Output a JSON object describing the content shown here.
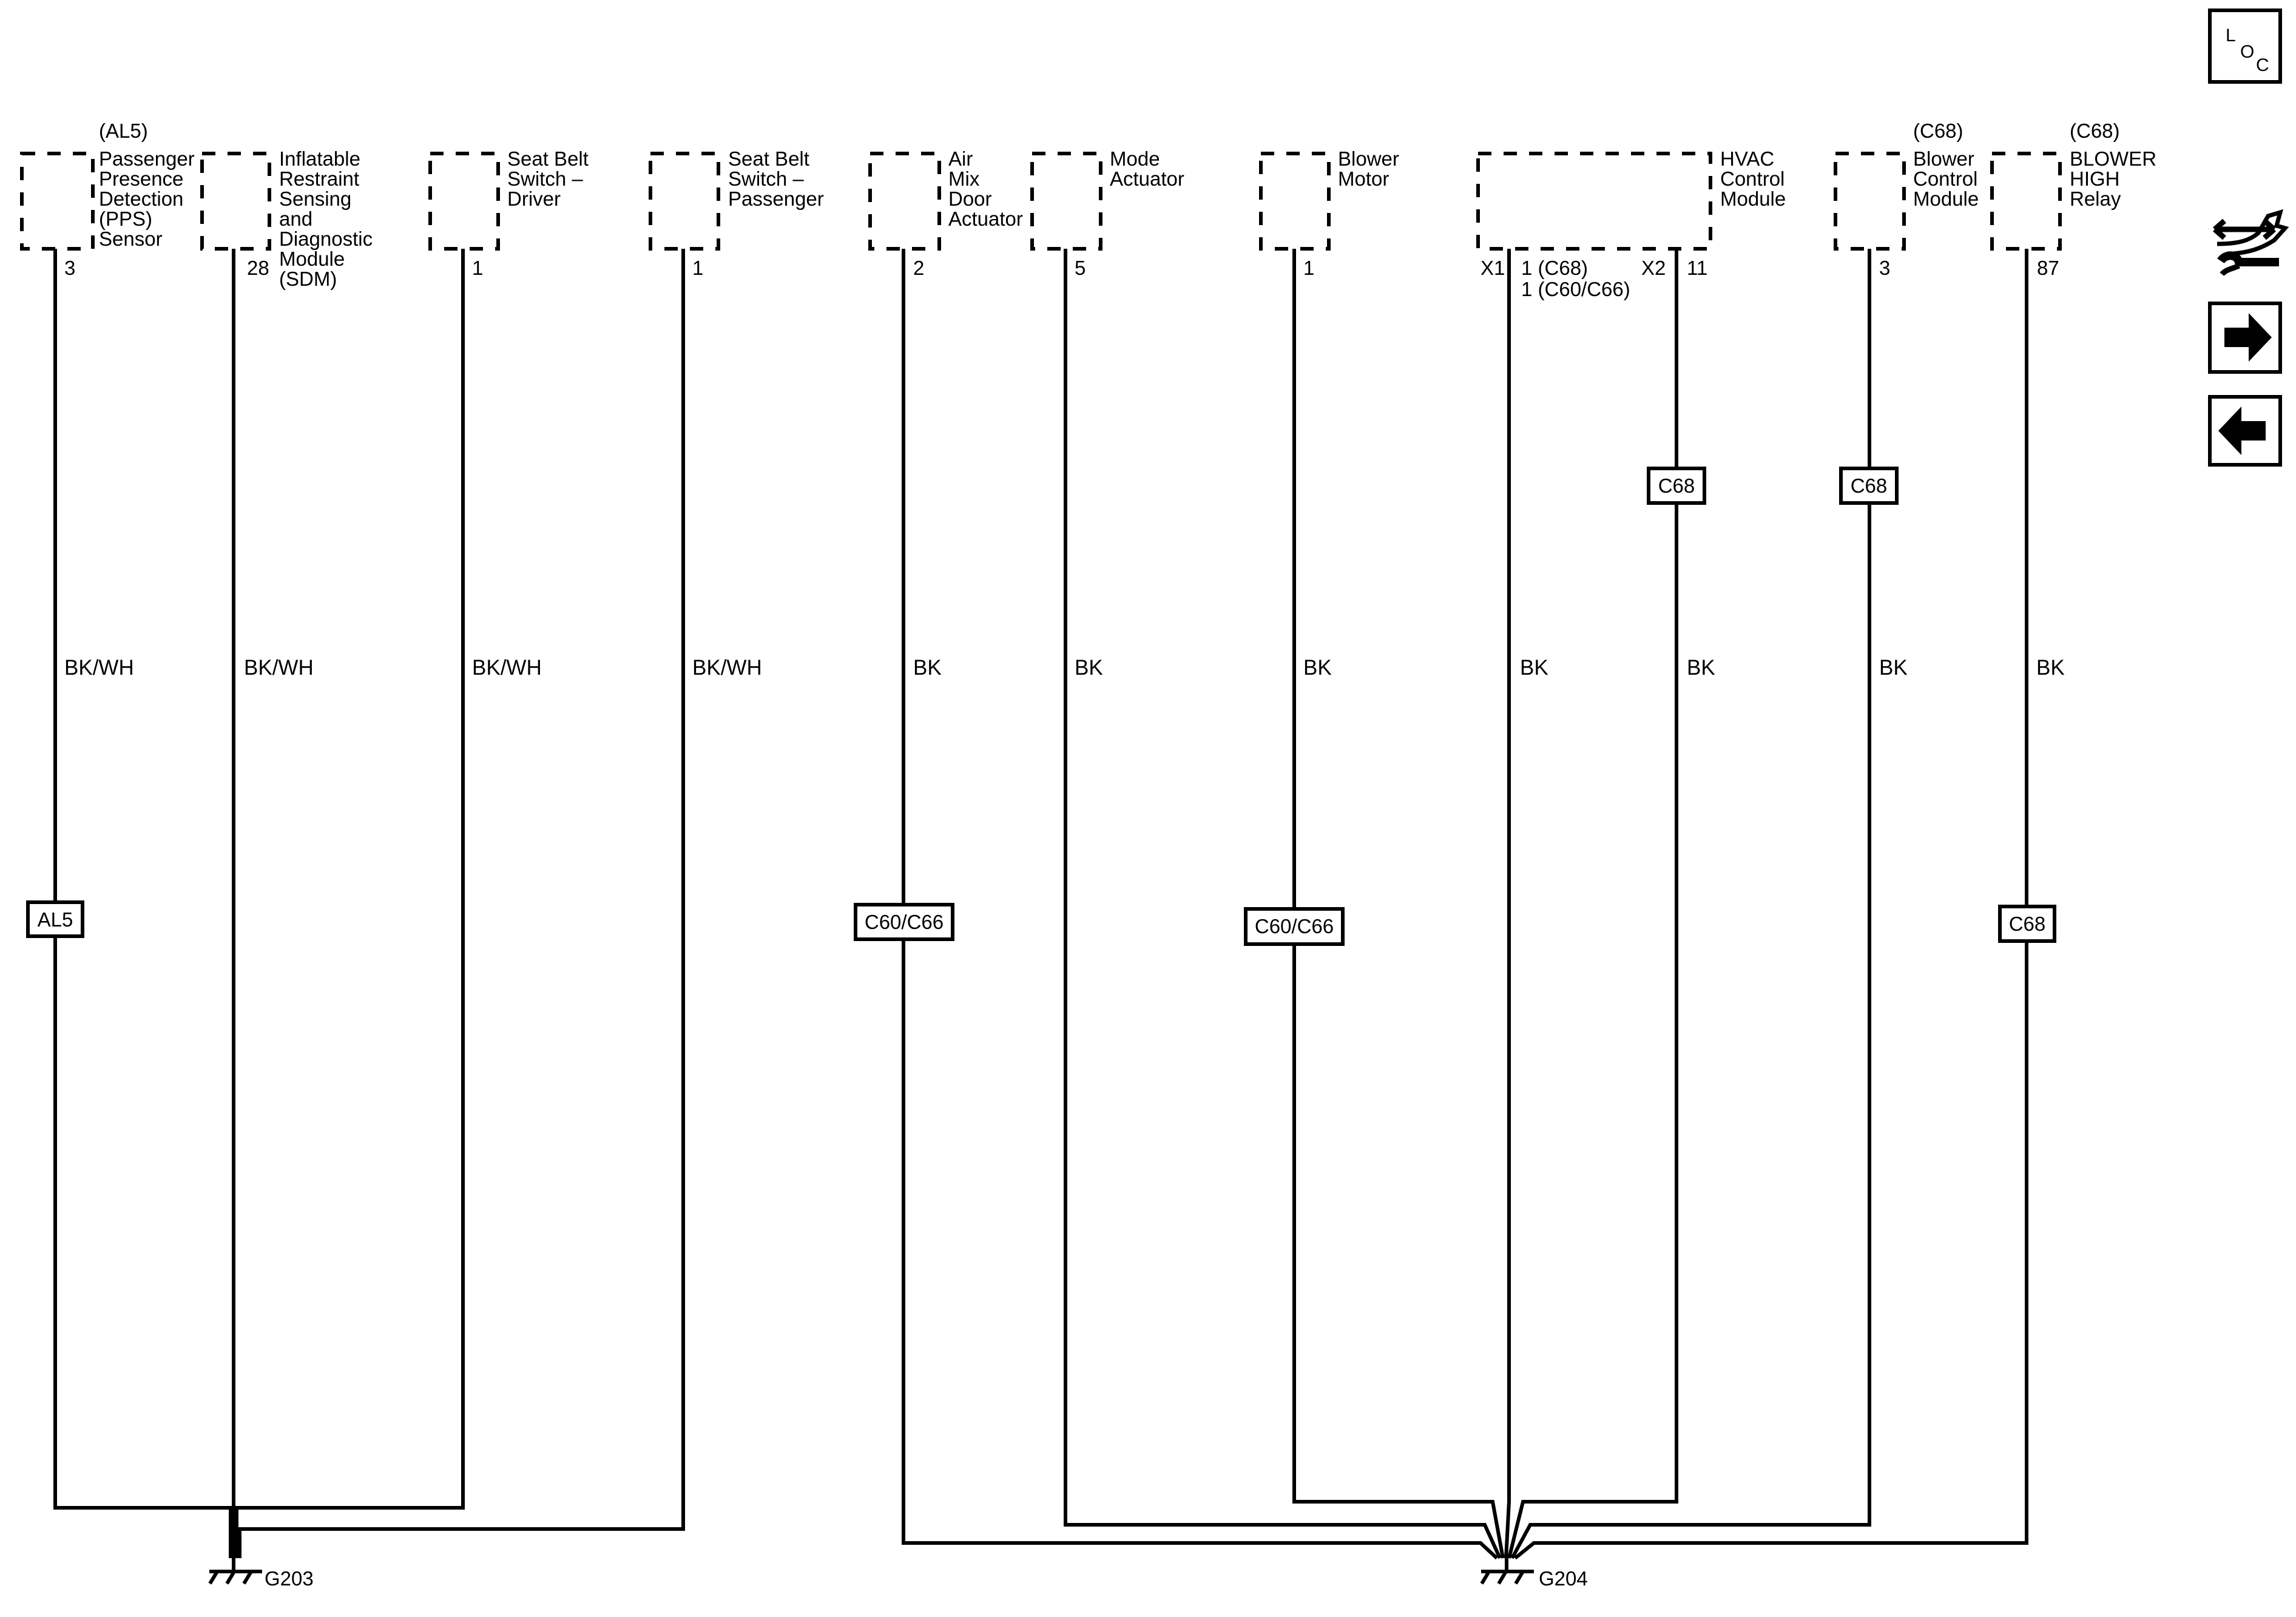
{
  "navigation": {
    "loc_icon_letters": [
      "L",
      "O",
      "C"
    ],
    "icons": [
      "loc-icon",
      "connector-repair-icon",
      "next-page-arrow-icon",
      "previous-page-arrow-icon"
    ]
  },
  "components": [
    {
      "id": "pps",
      "option": "(AL5)",
      "lines": [
        "Passenger",
        "Presence",
        "Detection",
        "(PPS)",
        "Sensor"
      ]
    },
    {
      "id": "sdm",
      "option": "",
      "lines": [
        "Inflatable",
        "Restraint",
        "Sensing",
        "and",
        "Diagnostic",
        "Module",
        "(SDM)"
      ]
    },
    {
      "id": "sbsd",
      "option": "",
      "lines": [
        "Seat Belt",
        "Switch –",
        "Driver"
      ]
    },
    {
      "id": "sbsp",
      "option": "",
      "lines": [
        "Seat Belt",
        "Switch –",
        "Passenger"
      ]
    },
    {
      "id": "amda",
      "option": "",
      "lines": [
        "Air",
        "Mix",
        "Door",
        "Actuator"
      ]
    },
    {
      "id": "mode",
      "option": "",
      "lines": [
        "Mode",
        "Actuator"
      ]
    },
    {
      "id": "blower",
      "option": "",
      "lines": [
        "Blower",
        "Motor"
      ]
    },
    {
      "id": "hvac",
      "option": "",
      "lines": [
        "HVAC",
        "Control",
        "Module"
      ]
    },
    {
      "id": "bcm",
      "option": "(C68)",
      "lines": [
        "Blower",
        "Control",
        "Module"
      ]
    },
    {
      "id": "bhr",
      "option": "(C68)",
      "lines": [
        "BLOWER",
        "HIGH",
        "Relay"
      ]
    }
  ],
  "pins": [
    {
      "id": "pps-pin",
      "text": "3"
    },
    {
      "id": "sdm-pin",
      "text": "28"
    },
    {
      "id": "sbsd-pin",
      "text": "1"
    },
    {
      "id": "sbsp-pin",
      "text": "1"
    },
    {
      "id": "amda-pin",
      "text": "2"
    },
    {
      "id": "mode-pin",
      "text": "5"
    },
    {
      "id": "blower-pin",
      "text": "1"
    },
    {
      "id": "hvac-x1-connector",
      "text": "X1"
    },
    {
      "id": "hvac-x1-pin-c68",
      "text": "1 (C68)"
    },
    {
      "id": "hvac-x1-pin-c60",
      "text": "1 (C60/C66)"
    },
    {
      "id": "hvac-x2-connector",
      "text": "X2"
    },
    {
      "id": "hvac-x2-pin",
      "text": "11"
    },
    {
      "id": "bcm-pin",
      "text": "3"
    },
    {
      "id": "bhr-pin",
      "text": "87"
    }
  ],
  "wire_colors": [
    {
      "id": "pps-wire",
      "text": "BK/WH"
    },
    {
      "id": "sdm-wire",
      "text": "BK/WH"
    },
    {
      "id": "sbsd-wire",
      "text": "BK/WH"
    },
    {
      "id": "sbsp-wire",
      "text": "BK/WH"
    },
    {
      "id": "amda-wire",
      "text": "BK"
    },
    {
      "id": "mode-wire",
      "text": "BK"
    },
    {
      "id": "blower-wire",
      "text": "BK"
    },
    {
      "id": "hvac-x1-wire",
      "text": "BK"
    },
    {
      "id": "hvac-x2-wire",
      "text": "BK"
    },
    {
      "id": "bcm-wire",
      "text": "BK"
    },
    {
      "id": "bhr-wire",
      "text": "BK"
    }
  ],
  "option_labels": [
    {
      "id": "pps-option",
      "text": "AL5"
    },
    {
      "id": "amda-option",
      "text": "C60/C66"
    },
    {
      "id": "blower-option",
      "text": "C60/C66"
    },
    {
      "id": "hvac-x2-option",
      "text": "C68"
    },
    {
      "id": "bcm-option",
      "text": "C68"
    },
    {
      "id": "bhr-option",
      "text": "C68"
    }
  ],
  "grounds": [
    {
      "id": "g203",
      "text": "G203"
    },
    {
      "id": "g204",
      "text": "G204"
    }
  ]
}
